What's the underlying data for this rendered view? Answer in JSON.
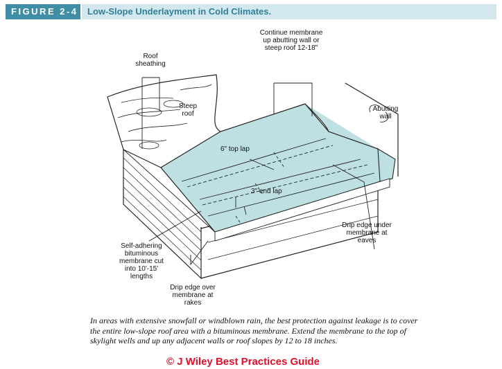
{
  "header": {
    "figure_label": "FIGURE 2-4",
    "title": "Low-Slope Underlayment in Cold Climates."
  },
  "labels": {
    "continue_membrane": "Continue membrane up abutting wall or steep roof 12-18\"",
    "roof_sheathing": "Roof sheathing",
    "steep_roof": "Steep roof",
    "abutting_wall": "Abutting wall",
    "top_lap": "6\" top lap",
    "end_lap": "3\" end lap",
    "drip_edge_eaves": "Drip edge under membrane at eaves",
    "self_adhering": "Self-adhering bituminous membrane cut into 10'-15' lengths",
    "drip_edge_rakes": "Drip edge over membrane at rakes"
  },
  "caption": "In areas with extensive snowfall or windblown rain, the best protection against leakage is to cover the entire low-slope roof area with a bituminous membrane. Extend the membrane to the top of skylight wells and up any adjacent walls or roof slopes by 12 to 18 inches.",
  "copyright": "© J Wiley Best Practices Guide",
  "colors": {
    "membrane": "#bfe0e3",
    "header_label_bg": "#3f8ea6",
    "header_title_bg": "#d3e8ee",
    "copyright": "#e0102a"
  }
}
